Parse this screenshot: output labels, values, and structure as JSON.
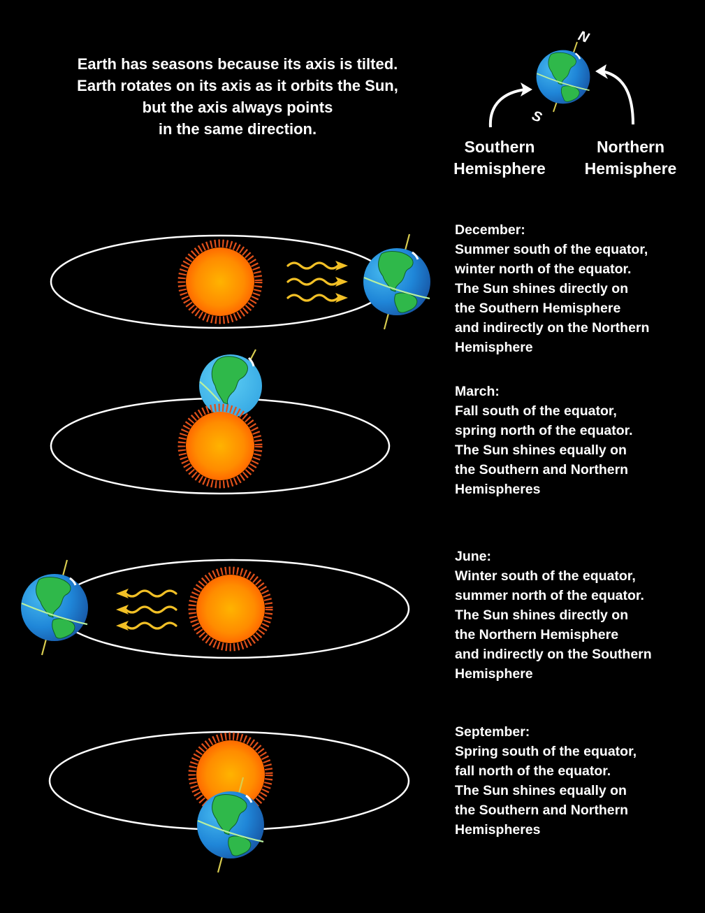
{
  "intro": {
    "lines": [
      "Earth has seasons because its axis is tilted.",
      "Earth rotates on its axis as it orbits the Sun,",
      "but the axis always points",
      "in the same direction."
    ]
  },
  "legend": {
    "north_pole_label": "N",
    "south_pole_label": "S",
    "southern_label": [
      "Southern",
      "Hemisphere"
    ],
    "northern_label": [
      "Northern",
      "Hemisphere"
    ]
  },
  "seasons": [
    {
      "month": "December:",
      "lines": [
        "Summer south of the equator,",
        "winter north of the equator.",
        "The Sun shines directly on",
        "the Southern Hemisphere",
        "and indirectly on the Northern",
        "Hemisphere"
      ],
      "earth_position": "right",
      "sunlight_arrows": "toward-earth-right"
    },
    {
      "month": "March:",
      "lines": [
        "Fall south of the equator,",
        "spring north of the equator.",
        "The Sun shines equally on",
        "the Southern and Northern",
        "Hemispheres"
      ],
      "earth_position": "behind-sun"
    },
    {
      "month": "June:",
      "lines": [
        "Winter south of the equator,",
        "summer north of the equator.",
        "The Sun shines directly on",
        "the Northern Hemisphere",
        "and indirectly on the Southern",
        "Hemisphere"
      ],
      "earth_position": "left",
      "sunlight_arrows": "toward-earth-left"
    },
    {
      "month": "September:",
      "lines": [
        "Spring south of the equator,",
        "fall north of the equator.",
        "The Sun shines equally on",
        "the Southern and Northern",
        "Hemispheres"
      ],
      "earth_position": "in-front-of-sun"
    }
  ],
  "colors": {
    "background": "#000000",
    "text": "#ffffff",
    "orbit": "#ffffff",
    "sun_core": "#ffb000",
    "sun_edge": "#ff6a00",
    "sun_rays": "#e0501a",
    "sunlight_arrow": "#f2c026",
    "ocean": "#1e7fd6",
    "ocean_light": "#3fb5ea",
    "land": "#2fb84a",
    "equator": "#b8f0a0",
    "axis": "#d8cc50"
  }
}
